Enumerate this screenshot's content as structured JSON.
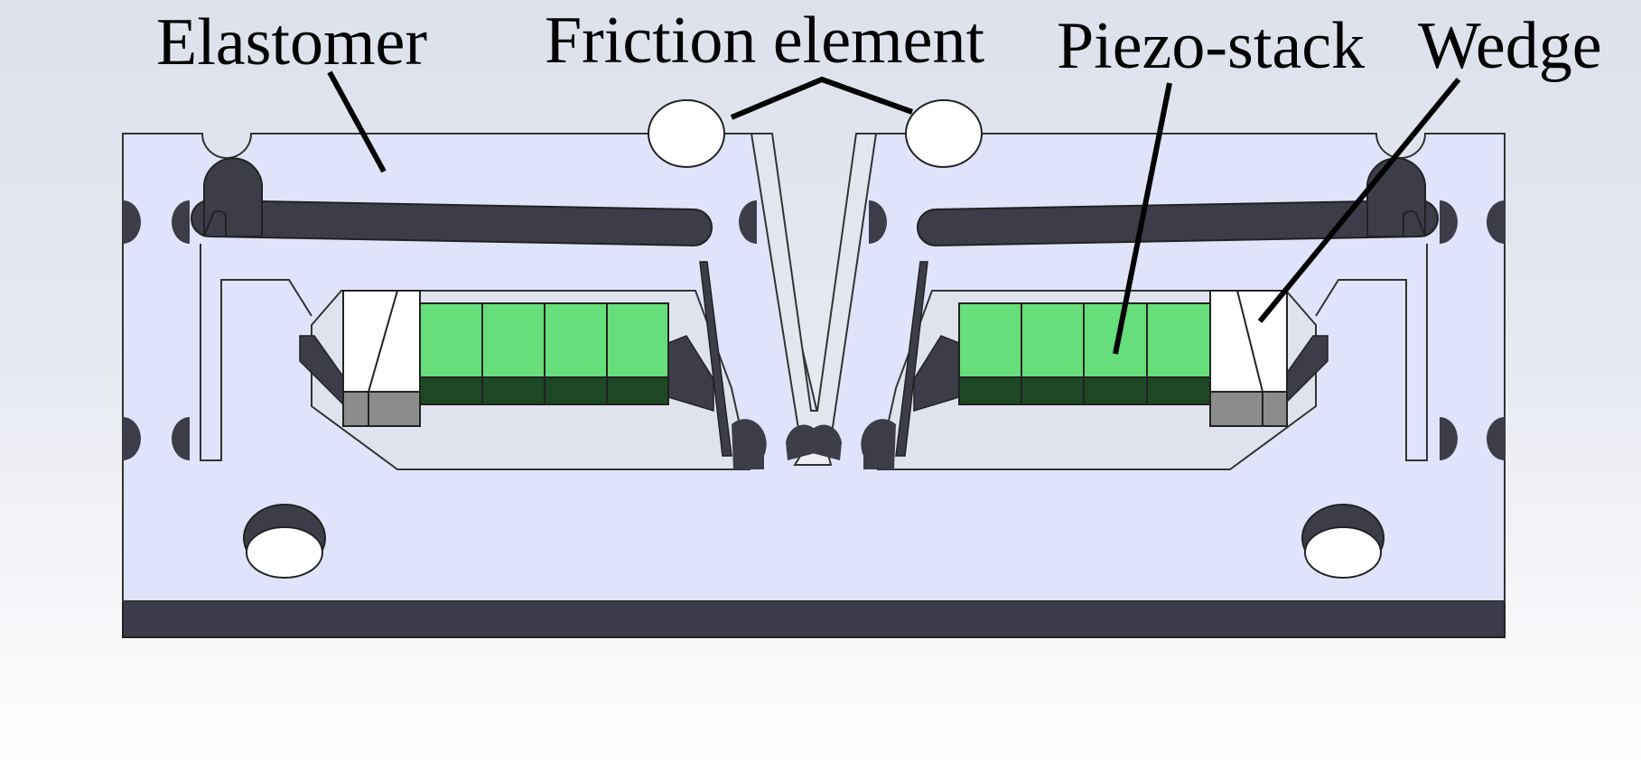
{
  "labels": {
    "elastomer": "Elastomer",
    "friction_element": "Friction element",
    "piezo_stack": "Piezo-stack",
    "wedge": "Wedge"
  },
  "colors": {
    "body": "#dfe4fb",
    "slot": "#3d3d4a",
    "piezo_light": "#66de7a",
    "piezo_dark": "#1c4824",
    "wedge": "#ffffff",
    "wedge_shadow": "#8c8c8c",
    "outline": "#000000"
  }
}
